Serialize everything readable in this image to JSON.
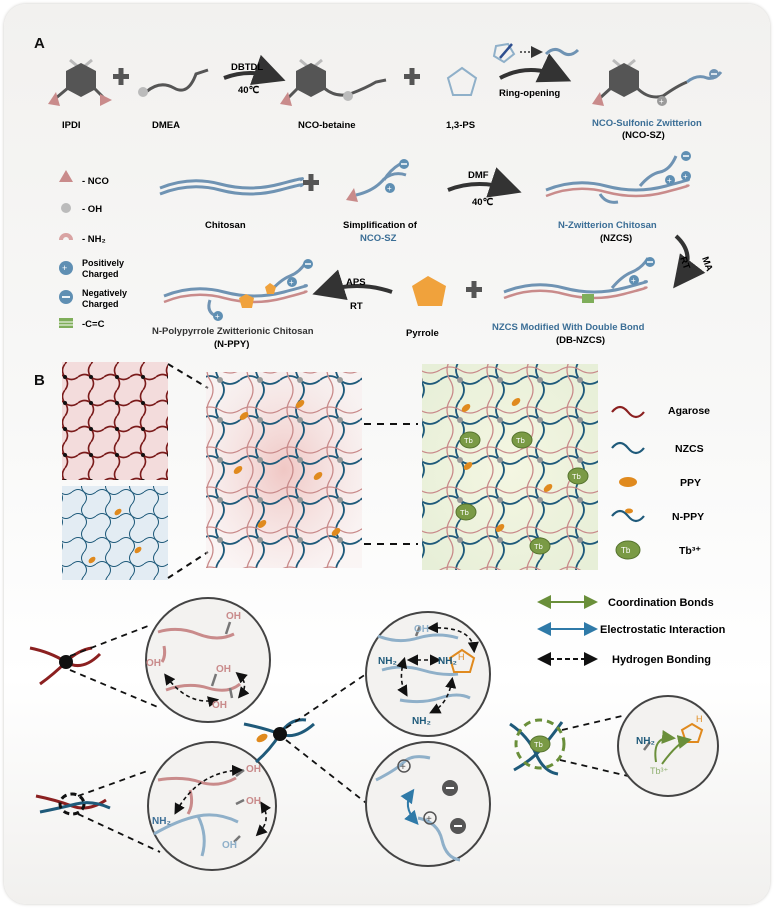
{
  "panels": {
    "a": "A",
    "b": "B"
  },
  "row1": {
    "ipdi": "IPDI",
    "dmea": "DMEA",
    "reagent": "DBTDL",
    "temperature": "40℃",
    "nco_betaine": "NCO-betaine",
    "ps": "1,3-PS",
    "ring_opening": "Ring-opening",
    "nco_sz_line1": "NCO-Sulfonic Zwitterion",
    "nco_sz_line2": "(NCO-SZ)"
  },
  "legend_a": {
    "nco": "- NCO",
    "oh": "- OH",
    "nh2": "- NH₂",
    "positive_1": "Positively",
    "positive_2": "Charged",
    "negative_1": "Negatively",
    "negative_2": "Charged",
    "cc": "-C=C"
  },
  "row2": {
    "chitosan": "Chitosan",
    "simplification_1": "Simplification  of",
    "simplification_2": "NCO-SZ",
    "dmf": "DMF",
    "temperature": "40℃",
    "nzcs_line1": "N-Zwitterion Chitosan",
    "nzcs_line2": "(NZCS)",
    "ma": "MA",
    "rt": "RT"
  },
  "row3": {
    "aps": "APS",
    "rt": "RT",
    "pyrrole": "Pyrrole",
    "nppy_line1": "N-Polypyrrole Zwitterionic  Chitosan",
    "nppy_line2": "(N-PPY)",
    "dbnzcs_line1": "NZCS Modified With Double Bond",
    "dbnzcs_line2": "(DB-NZCS)"
  },
  "legend_b": {
    "agarose": "Agarose",
    "nzcs": "NZCS",
    "ppy": "PPY",
    "nppy": "N-PPY",
    "tb": "Tb³⁺",
    "tb_symbol": "Tb"
  },
  "interactions": {
    "coordination": "Coordination Bonds",
    "electrostatic": "Electrostatic Interaction",
    "hydrogen": "Hydrogen Bonding"
  },
  "bubbles": {
    "oh": "OH",
    "nh2": "NH₂",
    "tb": "Tb³⁺",
    "pyrrole_nh": "H"
  },
  "colors": {
    "agarose": "#8b2020",
    "nzcs": "#1f5a7a",
    "pink": "#c98b8b",
    "blue_light": "#8fb0c9",
    "ppy_orange": "#e08a1e",
    "tb_green": "#6a8f3a",
    "coordination": "#6a8f3a",
    "electrostatic": "#2f7aa8"
  }
}
